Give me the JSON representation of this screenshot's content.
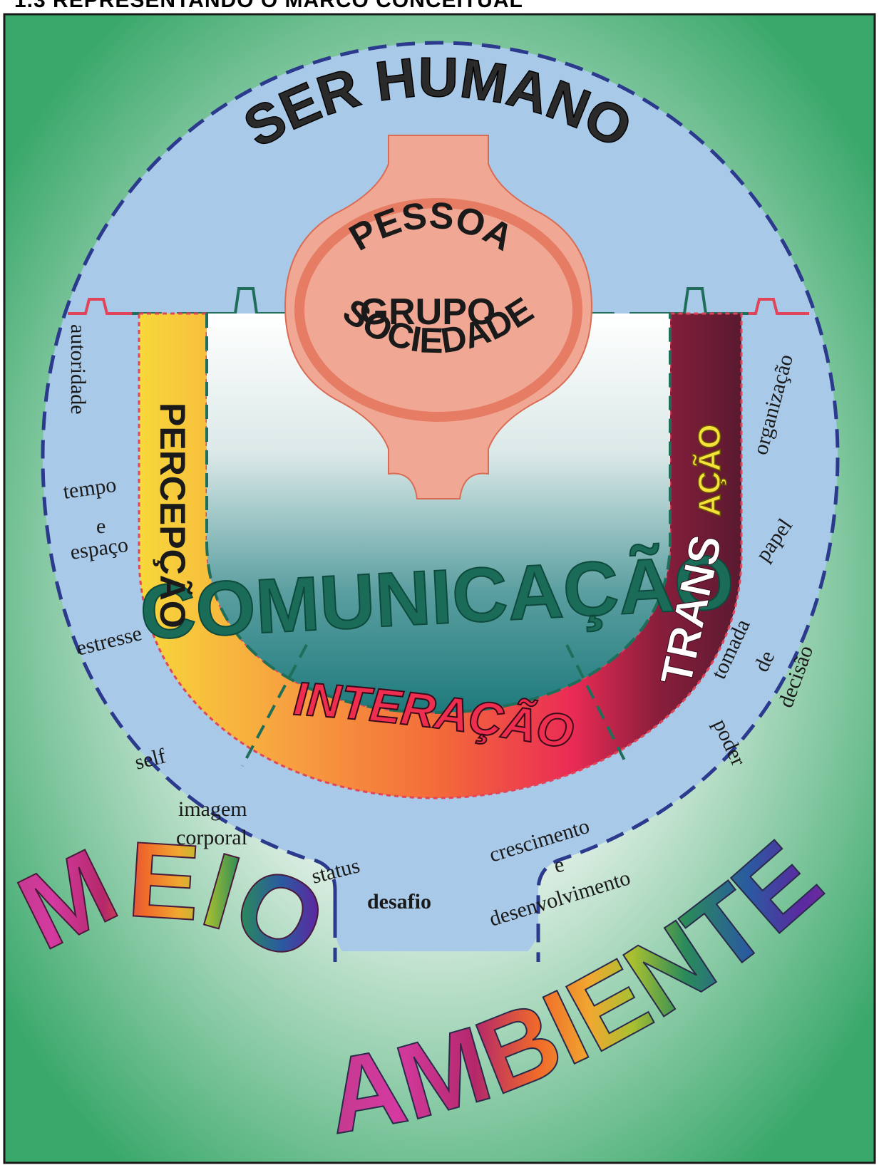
{
  "header": {
    "title": "1.3 REPRESENTANDO O MARCO CONCEITUAL"
  },
  "diagram": {
    "outer_label": "SER HUMANO",
    "center_words": {
      "top": "PESSOA",
      "middle": "GRUPO",
      "bottom": "SOCIEDADE"
    },
    "system_labels": {
      "perception": "PERCEPÇÃO",
      "communication": "COMUNICAÇÃO",
      "interaction": "INTERAÇÃO",
      "transaction_part1": "TRANS",
      "transaction_part2": "AÇÃO"
    },
    "concepts": {
      "authority": "autoridade",
      "time": "tempo",
      "time_and": "e",
      "space": "espaço",
      "stress": "estresse",
      "self": "self",
      "body_image_1": "imagem",
      "body_image_2": "corporal",
      "status": "status",
      "growth_1": "crescimento",
      "growth_2": "e",
      "growth_3": "desenvolvimento",
      "challenge": "desafio",
      "organization": "organização",
      "role": "papel",
      "decision_1": "tomada",
      "decision_2": "de",
      "decision_3": "decisão",
      "power": "poder"
    },
    "environment_label_1": "MEIO",
    "environment_label_2": "AMBIENTE"
  },
  "colors": {
    "background_green": "#3aa86a",
    "circle_fill": "#a9c9e8",
    "dash_blue": "#2b3a8c",
    "pink_shape": "#f0a894",
    "salmon_ring": "#e57c63",
    "perception_yellow": "#f6d23a",
    "interaction_red": "#ee2d4f",
    "transaction_maroon": "#6a1e36",
    "communication_teal": "#1a6b58"
  }
}
